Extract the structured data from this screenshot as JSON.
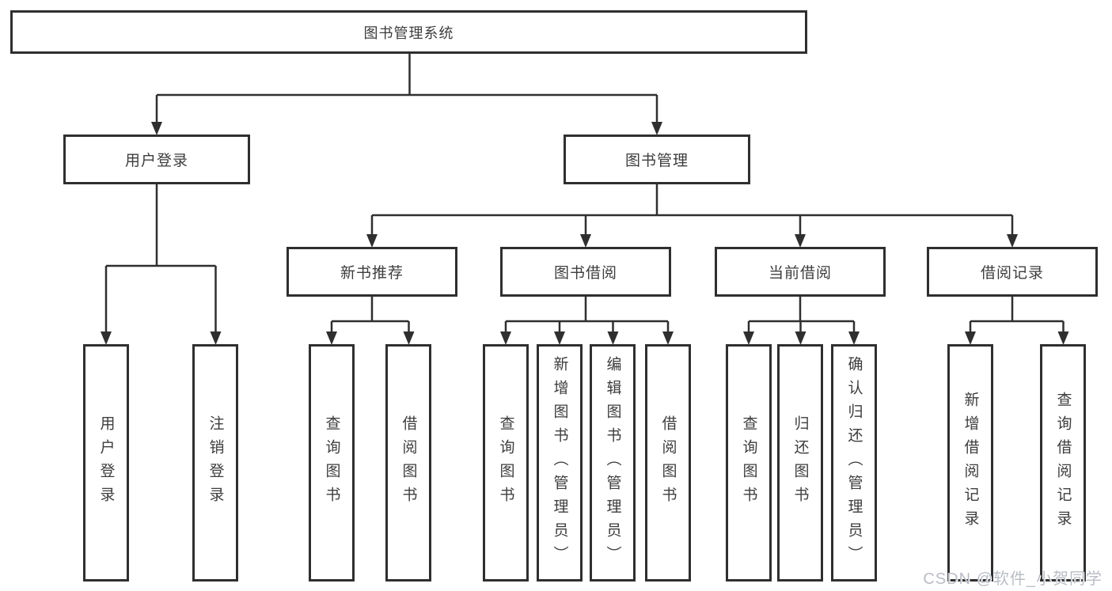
{
  "diagram": {
    "root": "图书管理系统",
    "level2": [
      {
        "label": "用户登录",
        "children": [
          "用户登录",
          "注销登录"
        ]
      },
      {
        "label": "图书管理",
        "children": [
          {
            "label": "新书推荐",
            "children": [
              "查询图书",
              "借阅图书"
            ]
          },
          {
            "label": "图书借阅",
            "children": [
              "查询图书",
              "新增图书（管理员）",
              "编辑图书（管理员）",
              "借阅图书"
            ]
          },
          {
            "label": "当前借阅",
            "children": [
              "查询图书",
              "归还图书",
              "确认归还（管理员）"
            ]
          },
          {
            "label": "借阅记录",
            "children": [
              "新增借阅记录",
              "查询借阅记录"
            ]
          }
        ]
      }
    ],
    "colors": {
      "line": "#2f2f2f",
      "box_border": "#2f2f2f",
      "text": "#3d3d3d",
      "watermark": "#b9bdc4"
    }
  },
  "watermark": "CSDN @软件_小贺同学"
}
